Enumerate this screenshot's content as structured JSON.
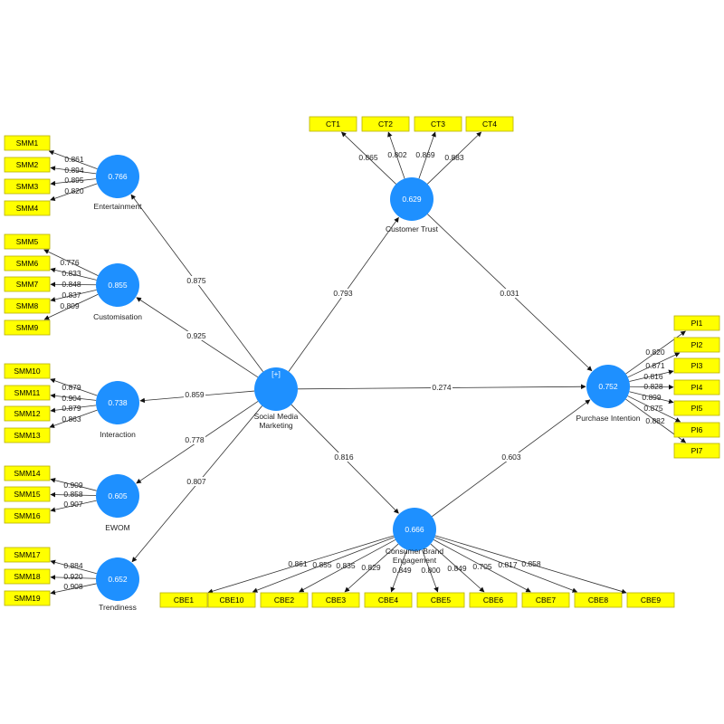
{
  "latents": [
    {
      "id": "ent",
      "name": "Entertainment",
      "r2": "0.766"
    },
    {
      "id": "cus",
      "name": "Customisation",
      "r2": "0.855"
    },
    {
      "id": "int",
      "name": "Interaction",
      "r2": "0.738"
    },
    {
      "id": "ewom",
      "name": "EWOM",
      "r2": "0.605"
    },
    {
      "id": "tre",
      "name": "Trendiness",
      "r2": "0.652"
    },
    {
      "id": "smm",
      "name": "Social Media\nMarketing",
      "r2": "[+]"
    },
    {
      "id": "ct",
      "name": "Customer Trust",
      "r2": "0.629"
    },
    {
      "id": "pi",
      "name": "Purchase Intention",
      "r2": "0.752"
    },
    {
      "id": "cbe",
      "name": "Consumer Brand\nEngagement",
      "r2": "0.666"
    }
  ],
  "indicators": {
    "ent": [
      {
        "label": "SMM1",
        "loading": "0.861"
      },
      {
        "label": "SMM2",
        "loading": "0.894"
      },
      {
        "label": "SMM3",
        "loading": "0.895"
      },
      {
        "label": "SMM4",
        "loading": "0.820"
      }
    ],
    "cus": [
      {
        "label": "SMM5",
        "loading": "0.776"
      },
      {
        "label": "SMM6",
        "loading": "0.833"
      },
      {
        "label": "SMM7",
        "loading": "0.848"
      },
      {
        "label": "SMM8",
        "loading": "0.837"
      },
      {
        "label": "SMM9",
        "loading": "0.809"
      }
    ],
    "int": [
      {
        "label": "SMM10",
        "loading": "0.879"
      },
      {
        "label": "SMM11",
        "loading": "0.904"
      },
      {
        "label": "SMM12",
        "loading": "0.879"
      },
      {
        "label": "SMM13",
        "loading": "0.863"
      }
    ],
    "ewom": [
      {
        "label": "SMM14",
        "loading": "0.909"
      },
      {
        "label": "SMM15",
        "loading": "0.858"
      },
      {
        "label": "SMM16",
        "loading": "0.907"
      }
    ],
    "tre": [
      {
        "label": "SMM17",
        "loading": "0.884"
      },
      {
        "label": "SMM18",
        "loading": "0.920"
      },
      {
        "label": "SMM19",
        "loading": "0.908"
      }
    ],
    "ct": [
      {
        "label": "CT1",
        "loading": "0.865"
      },
      {
        "label": "CT2",
        "loading": "0.802"
      },
      {
        "label": "CT3",
        "loading": "0.869"
      },
      {
        "label": "CT4",
        "loading": "0.883"
      }
    ],
    "pi": [
      {
        "label": "PI1",
        "loading": "0.820"
      },
      {
        "label": "PI2",
        "loading": "0.871"
      },
      {
        "label": "PI3",
        "loading": "0.816"
      },
      {
        "label": "PI4",
        "loading": "0.828"
      },
      {
        "label": "PI5",
        "loading": "0.899"
      },
      {
        "label": "PI6",
        "loading": "0.875"
      },
      {
        "label": "PI7",
        "loading": "0.882"
      }
    ],
    "cbe": [
      {
        "label": "CBE1",
        "loading": "0.861"
      },
      {
        "label": "CBE10",
        "loading": "0.855"
      },
      {
        "label": "CBE2",
        "loading": "0.835"
      },
      {
        "label": "CBE3",
        "loading": "0.829"
      },
      {
        "label": "CBE4",
        "loading": "0.849"
      },
      {
        "label": "CBE5",
        "loading": "0.800"
      },
      {
        "label": "CBE6",
        "loading": "0.849"
      },
      {
        "label": "CBE7",
        "loading": "0.705"
      },
      {
        "label": "CBE8",
        "loading": "0.817"
      },
      {
        "label": "CBE9",
        "loading": "0.858"
      }
    ]
  },
  "paths": [
    {
      "from": "smm",
      "to": "ent",
      "coef": "0.875"
    },
    {
      "from": "smm",
      "to": "cus",
      "coef": "0.925"
    },
    {
      "from": "smm",
      "to": "int",
      "coef": "0.859"
    },
    {
      "from": "smm",
      "to": "ewom",
      "coef": "0.778"
    },
    {
      "from": "smm",
      "to": "tre",
      "coef": "0.807"
    },
    {
      "from": "smm",
      "to": "ct",
      "coef": "0.793"
    },
    {
      "from": "smm",
      "to": "pi",
      "coef": "0.274"
    },
    {
      "from": "smm",
      "to": "cbe",
      "coef": "0.816"
    },
    {
      "from": "ct",
      "to": "pi",
      "coef": "0.031"
    },
    {
      "from": "cbe",
      "to": "pi",
      "coef": "0.603"
    }
  ],
  "colors": {
    "latent": "#1e90ff",
    "indicator": "#ffff00",
    "indicator_border": "#b8b000",
    "edge": "#333333"
  }
}
